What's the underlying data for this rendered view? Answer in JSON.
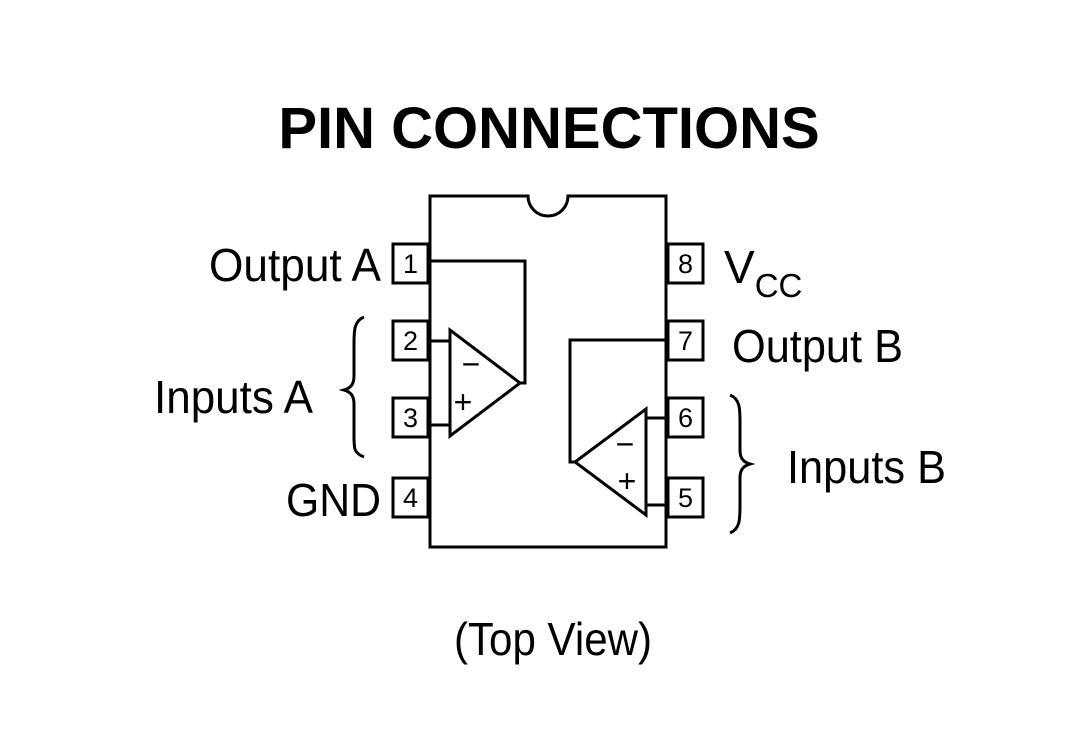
{
  "title": "PIN CONNECTIONS",
  "caption": "(Top View)",
  "pins": {
    "p1": {
      "number": "1",
      "label": "Output A"
    },
    "p2": {
      "number": "2"
    },
    "p3": {
      "number": "3"
    },
    "p4": {
      "number": "4",
      "label": "GND"
    },
    "p5": {
      "number": "5"
    },
    "p6": {
      "number": "6"
    },
    "p7": {
      "number": "7",
      "label": "Output B"
    },
    "p8": {
      "number": "8",
      "label_main": "V",
      "label_sub": "CC"
    }
  },
  "groups": {
    "inputs_a": "Inputs A",
    "inputs_b": "Inputs B"
  },
  "opamp": {
    "minus": "−",
    "plus": "+"
  }
}
